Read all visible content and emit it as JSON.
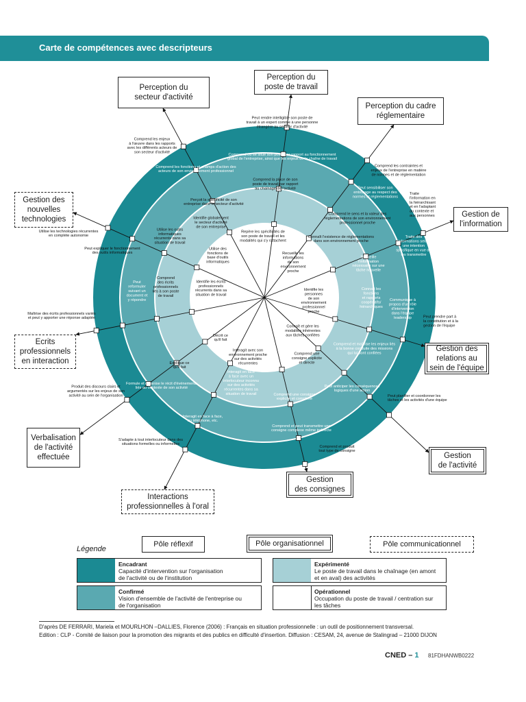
{
  "header": {
    "title": "Carte de compétences avec descripteurs"
  },
  "colors": {
    "outer": "#1b8a93",
    "middle": "#5aa9b1",
    "inner": "#a6d0d6",
    "center": "#ffffff"
  },
  "outer_boxes": [
    {
      "label": "Perception du\nsecteur d'activité",
      "style": "solid"
    },
    {
      "label": "Perception du\nposte de travail",
      "style": "solid"
    },
    {
      "label": "Perception du cadre\nréglementaire",
      "style": "solid"
    },
    {
      "label": "Gestion des\nnouvelles\ntechnologies",
      "style": "dashed"
    },
    {
      "label": "Gestion de\nl'information",
      "style": "solid"
    },
    {
      "label": "Ecrits\nprofessionnels\nen interaction",
      "style": "dashed"
    },
    {
      "label": "Gestion des\nrelations au\nsein de l'équipe",
      "style": "double"
    },
    {
      "label": "Verbalisation\nde l'activité\neffectuée",
      "style": "solid"
    },
    {
      "label": "Gestion\nde l'activité",
      "style": "double"
    },
    {
      "label": "Gestion\ndes consignes",
      "style": "double"
    },
    {
      "label": "Interactions\nprofessionnelles à l'oral",
      "style": "dashed"
    }
  ],
  "descriptors": [
    "Peut rendre intelligible son poste de\ntravail à un expert comme à une personne\nétrangère au secteur d'activité",
    "Comprend les enjeux\nà l'œuvre dans les rapports\navec les différents acteurs de\nson secteur d'activité",
    "Comprend les contraintes et\nenjeux de l'entreprise en matière\nde normes et de réglementation",
    "Comprend où se situe son poste par rapport au fonctionnement\nglobal de l'entreprise, ainsi que les enjeux de la chaîne de travail",
    "Comprend les fonctions et champs d'action des\nacteurs de son environnement professionnel",
    "Peut sensibiliser son\nentourage au respect des\nnormes et réglementations",
    "Comprend la place de son\nposte de travail par rapport\nau chaînage de l'activité",
    "Perçoit la spécificité de son\nentreprise dans le secteur d'activité",
    "Comprend le sens et la valeur des\nréglementations de son environnement\nprofessionnel proche",
    "Traite\nl'information en\nla hiérarchisant\net en l'adaptant\nau contexte et\naux personnes",
    "Utilise les technologies récurrentes\nen complète autonomie",
    "Utilise les outils\ninformatiques\nrécurrents dans sa\nsituation de travail",
    "Identifie globalement\nle secteur d'activité\nde son entreprise",
    "Repère les spécificités de\nson poste de travail et les\nmodalités qui s'y rattachent",
    "Connaît l'existence de réglementations\ndans son environnement proche",
    "Traite des\ninformations selon\nune intention\nspécifique en vue de\nles transmettre",
    "Peut expliquer le fonctionnement\ndes outils informatiques",
    "Utilise des\nfonctions de\nbase d'outils\ninformatiques",
    "Recueille les\ninformations\nde son\nenvironnement\nproche",
    "Recueille\nl'information\nnécessaire sur une\ntâche nouvelle",
    "Maîtrise des écrits professionnels variés\net peut y apporter une réponse adaptée",
    "Peut\nreformuler\nsuivant un\ndocument et\ny répondre",
    "Comprend\ndes écrits\nprofessionnels\nliés à son poste\nde travail",
    "Identifie les écrits\nprofessionnels\nrécurrents dans sa\nsituation de travail",
    "Identifie les\npersonnes\nde son\nenvironnement\nprofessionnel\nproche",
    "Connaît les\nfonctions\net rapports\ncoopératifs/\nhiérarchiques",
    "Communique à\npropos d'un rôle\nd'intervention\ndans l'équipe\nleadership",
    "Peut prendre part à\nla constitution et à la\ngestion de l'équipe",
    "Décrit ce\nqu'il fait",
    "Connaît et gère les\nmodalités inhérentes\naux tâches confiées",
    "Explique ce\nqu'il fait",
    "Comprend et maîtrise les enjeux liés\nà la bonne conduite des missions\nqui lui sont confiées",
    "Interagit avec son\nenvironnement proche\nsur des activités\nrécurrentes",
    "Comprend une\nconsigne explicite\net directe",
    "Formule et organise le récit d'événements\nliés au contexte de son activité",
    "Peut anticiper les conséquences\nlogiques d'une action",
    "Produit des discours clairs et\nargumentés sur les enjeux de son\nactivité au sein de l'organisation",
    "Interagit en face\nà face avec un\ninterlocuteur inconnu\nsur des activités\nrécurrentes dans sa\nsituation de travail",
    "Comprend une consigne\nexplicite et complexe",
    "Peut planifier et coordonner les\ntâches et les activités d'une équipe",
    "Interagit en face à face,\nau téléphone, etc.",
    "Comprend et peut transmettre une\nconsigne complexe même indirecte",
    "S'adapte à tout interlocuteur dans des\nsituations formelles ou informelles",
    "Comprend et produit\ntout type de consigne"
  ],
  "poles": [
    {
      "label": "Pôle réflexif",
      "style": "solid"
    },
    {
      "label": "Pôle organisationnel",
      "style": "double"
    },
    {
      "label": "Pôle communicationnel",
      "style": "dashed"
    }
  ],
  "legend": {
    "title": "Légende",
    "items": [
      {
        "title": "Encadrant",
        "desc": "Capacité d'intervention sur l'organisation\nde l'activité ou de l'institution",
        "color": "#1b8a93"
      },
      {
        "title": "Expérimenté",
        "desc": "Le poste de travail dans le chaînage (en amont\net en aval) des activités",
        "color": "#a6d0d6"
      },
      {
        "title": "Confirmé",
        "desc": "Vision d'ensemble de l'activité de l'entreprise ou\nde l'organisation",
        "color": "#5aa9b1"
      },
      {
        "title": "Opérationnel",
        "desc": "Occupation du poste de travail / centration sur\nles tâches",
        "color": "#ffffff"
      }
    ]
  },
  "footnotes": [
    "D'après DE FERRARI, Mariela et MOURLHON –DALLIES, Florence (2006) : Français en situation professionnelle : un outil de positionnement transversal.",
    "Edition : CLP - Comité de liaison pour la promotion des migrants et des publics en difficulté d'insertion. Diffusion : CESAM, 24, avenue de Stalingrad – 21000 DIJON"
  ],
  "footer": {
    "cned": "CNED – ",
    "page": "1",
    "code": "81FDHANWB0222"
  }
}
